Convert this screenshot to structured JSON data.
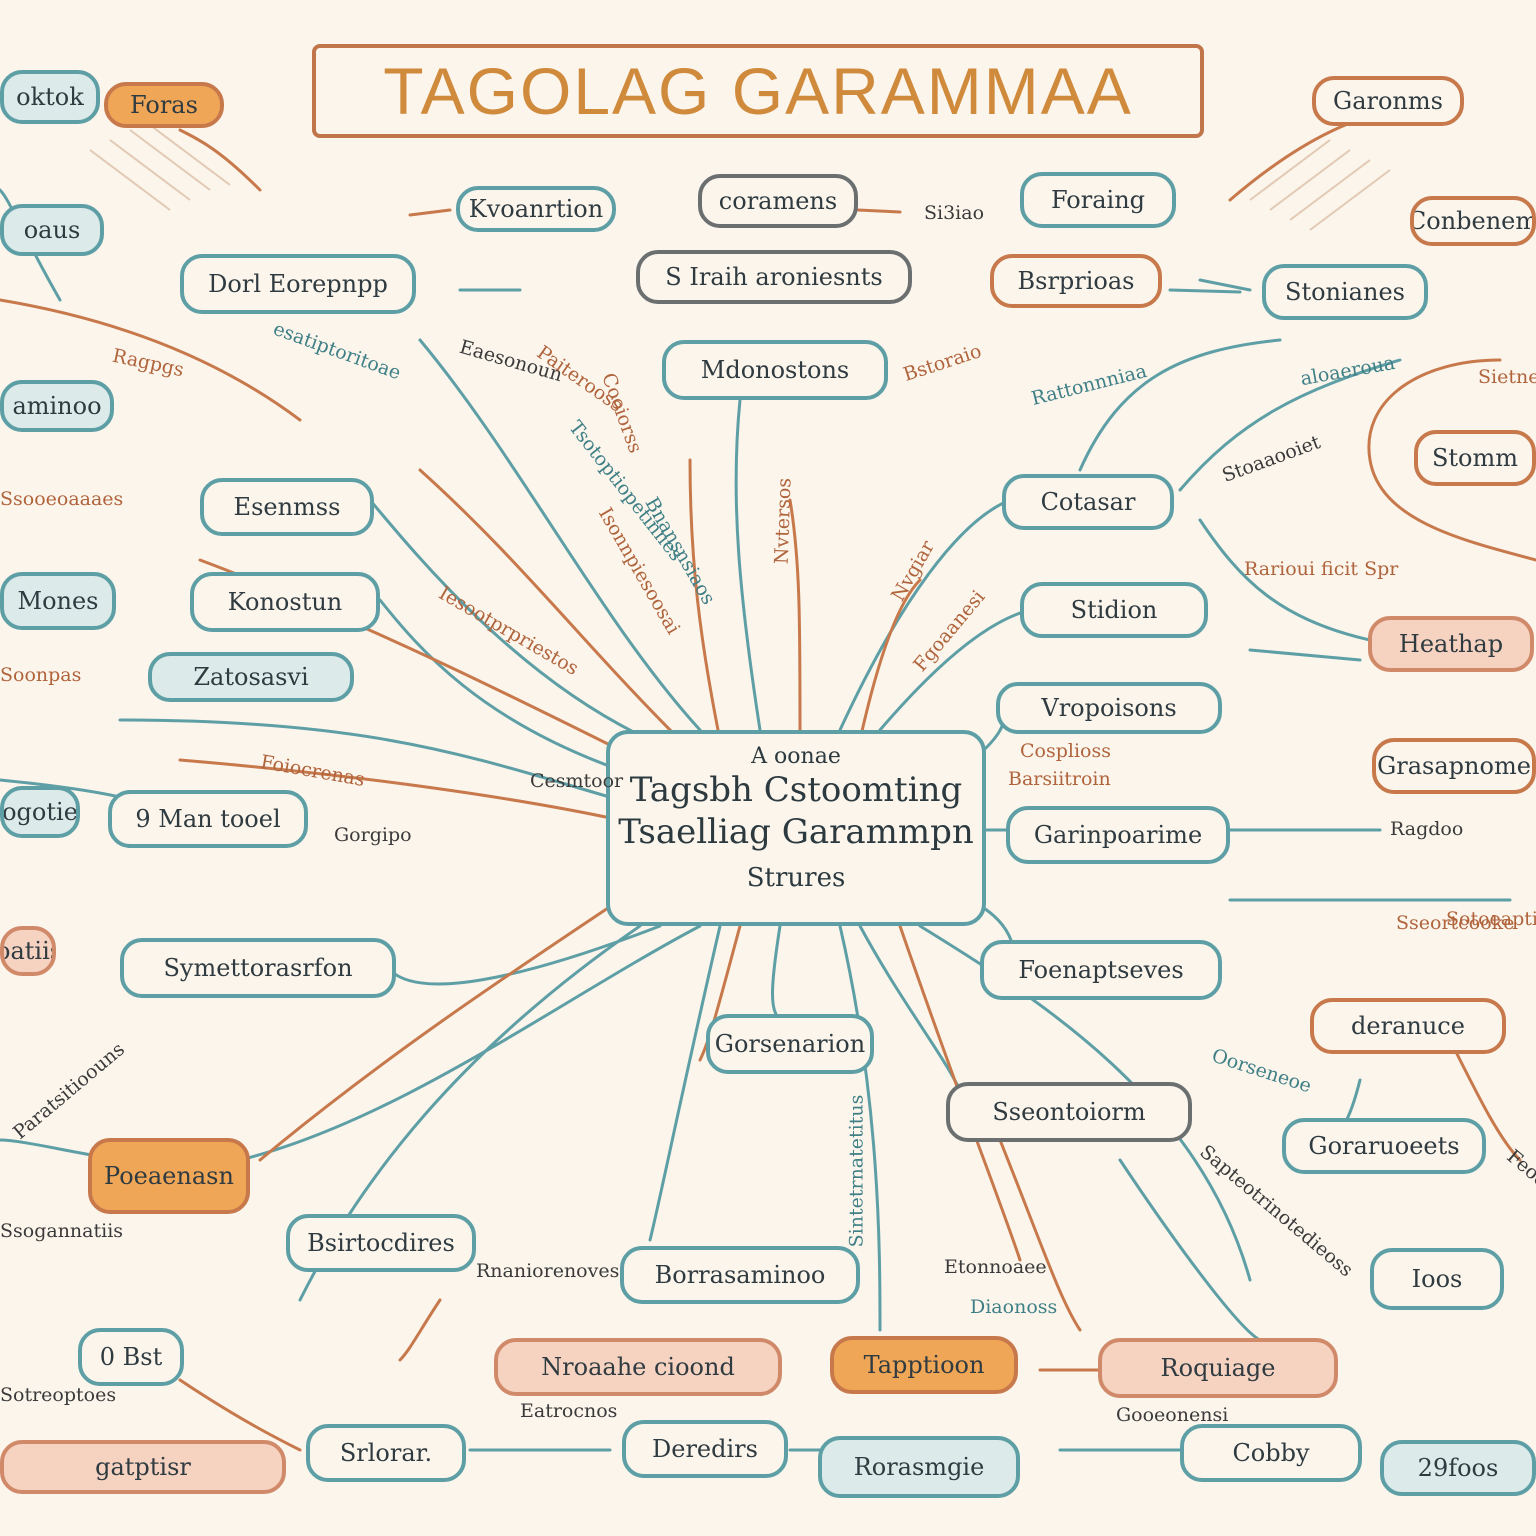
{
  "title": "TAGOLAG GARAMMAA",
  "center": {
    "pre": "A oonae",
    "line1": "Tagsbh Cstoomting",
    "line2": "Tsaelliag Garammpn",
    "sub": "Strures"
  },
  "nodes": {
    "n01": "oktok",
    "n02": "Foras",
    "n03": "Garonms",
    "n04": "Kvoanrtion",
    "n05": "coramens",
    "n06": "Foraing",
    "n07": "Conbenem",
    "n08": "oaus",
    "n09": "Dorl Eorepnpp",
    "n10": "S Iraih aroniesnts",
    "n11": "Bsrprioas",
    "n12": "Stonianes",
    "n13": "Mdonostons",
    "n14": "aminoo",
    "n15": "Stomm",
    "n16": "Esenmss",
    "n17": "Cotasar",
    "n18": "Mones",
    "n19": "Konostun",
    "n20": "Stidion",
    "n21": "Heathap",
    "n22": "Zatosasvi",
    "n23": "Vropoisons",
    "n24": "Grasapnome",
    "n25": "ogotie",
    "n26": "9 Man tooel",
    "n27": "Garinpoarime",
    "n28": "Symettorasrfon",
    "n29": "Foenaptseves",
    "n30": "deranuce",
    "n31": "Gorsenarion",
    "n32": "Sseontoiorm",
    "n33": "Goraruoeets",
    "n34": "Poeaenasn",
    "n35": "Bsirtocdires",
    "n36": "Borrasaminoo",
    "n37": "Ioos",
    "n38": "0 Bst",
    "n39": "Nroaahe cioond",
    "n40": "Tapptioon",
    "n41": "Roquiage",
    "n42": "Srlorar.",
    "n43": "Deredirs",
    "n44": "Rorasmgie",
    "n45": "Cobby",
    "n46": "29foos",
    "n47": "gatptisr",
    "n48": "ooatiiss"
  },
  "labels": {
    "l01": "Si3iao",
    "l02": "esatiptoritoae",
    "l03": "Ragpgs",
    "l04": "Eaesonoun",
    "l05": "Paiterooss",
    "l06": "Bstoraio",
    "l07": "Rattonnniaa",
    "l08": "aloaeroua",
    "l09": "Sietnecaar",
    "l10": "Stoaaooiet",
    "l11": "Rarioui ficit Spr",
    "l12": "Ssooeoaaaes",
    "l13": "Soonpas",
    "l14": "Tsotoptiopetinnes",
    "l15": "Cooiorss",
    "l16": "Nvtersos",
    "l17": "Nvgiar",
    "l18": "Fgoaanesi",
    "l19": "Foiocrenas",
    "l20": "Gorgipo",
    "l21": "Cosplioss",
    "l22": "Barsiitroin",
    "l23": "Ragdoo",
    "l24": "Sseortcooke",
    "l25": "Paratsitioouns",
    "l26": "Oorseneoe",
    "l27": "Sapteotrinotedieoss",
    "l28": "Feoctoreoss",
    "l29": "Rnaniorenoves",
    "l30": "Etonnoaee",
    "l31": "Diaonoss",
    "l32": "Sintetrnatetitus",
    "l33": "Ssogannatiis",
    "l34": "Eatrocnos",
    "l35": "Gooeonensi",
    "l36": "Sotreoptoes",
    "l37": "Sotoeaptipofs",
    "l38": "Isonnpiesoosai",
    "l39": "Bnansnsiaos",
    "l40": "Iesootprpriestos",
    "l41": "Cesmtoor"
  },
  "colors": {
    "teal": "#5e9fa6",
    "orange": "#c8794c",
    "title": "#d08a3c",
    "paper": "#fbf5ec"
  }
}
